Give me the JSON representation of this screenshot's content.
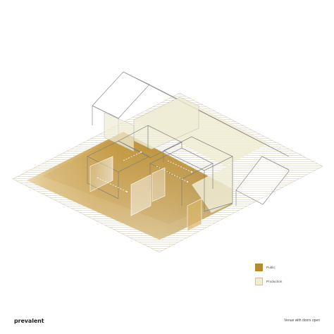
{
  "brand": "prevalent",
  "caption": "Venue with doors open",
  "legend": {
    "items": [
      {
        "label": "Public",
        "color": "#b58a2a"
      },
      {
        "label": "Production",
        "color": "#efedd6"
      }
    ]
  },
  "colors": {
    "public": "#b58a2a",
    "production": "#efedd6",
    "linework": "#8a8a8a",
    "hatch": "#c8c2a4"
  }
}
